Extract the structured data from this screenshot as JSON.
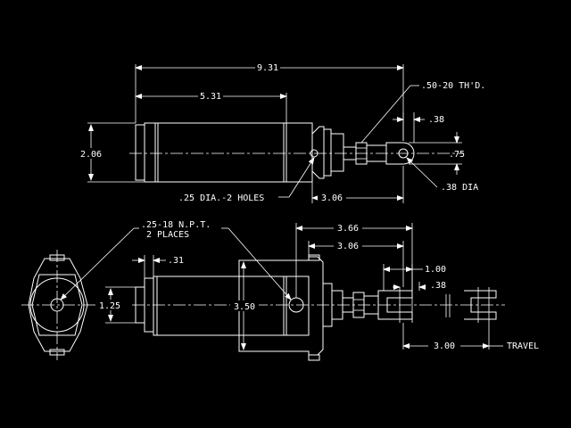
{
  "drawing": {
    "top_view": {
      "overall_length": "9.31",
      "body_length": "5.31",
      "bore_dia": "2.06",
      "thread_spec": ".50-20 TH'D.",
      "clevis_offset": ".38",
      "clevis_width": ".75",
      "pin_dia": ".38 DIA",
      "mount_holes": ".25 DIA.-2 HOLES",
      "rod_extension": "3.06"
    },
    "front_view": {
      "port_spec_line1": ".25-18 N.P.T.",
      "port_spec_line2": "2 PLACES",
      "flange_thickness": ".31",
      "port_spacing": "1.25",
      "body_dia": "3.50",
      "overall_extension": "3.66",
      "rod_extension": "3.06",
      "clevis_length": "1.00",
      "clevis_pin_offset": ".38",
      "stroke": "3.00",
      "travel_label": "TRAVEL"
    }
  }
}
